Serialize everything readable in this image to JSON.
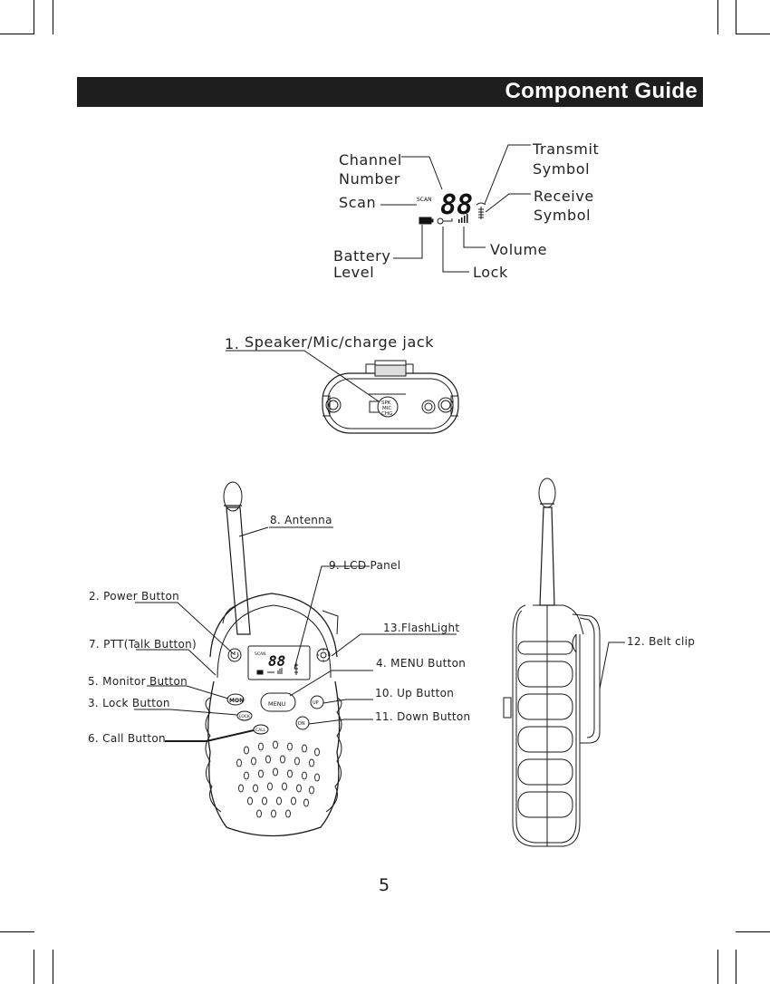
{
  "header": {
    "title": "Component Guide"
  },
  "lcd_diagram": {
    "channel_number": [
      "Channel",
      "Number"
    ],
    "transmit_symbol": [
      "Transmit",
      "Symbol"
    ],
    "receive_symbol": [
      "Receive",
      "Symbol"
    ],
    "scan": "Scan",
    "battery_level": [
      "Battery",
      "Level"
    ],
    "volume": "Volume",
    "lock": "Lock",
    "display": {
      "scan_tag": "SCAN",
      "digits": "88"
    }
  },
  "top_view": {
    "jack_number": "1.",
    "jack_label": "Speaker/Mic/charge  jack",
    "jack_marks": [
      "SPK",
      "MIC",
      "CHG"
    ]
  },
  "front_view": {
    "antenna": "8.  Antenna",
    "lcd_panel": "9. LCD Panel",
    "power_button": "2.  Power Button",
    "flashlight": "13.FlashLight",
    "ptt": "7.  PTT(Talk Button)",
    "menu_button": "4.  MENU  Button",
    "monitor_button": "5.  Monitor Button",
    "up_button": "10. Up Button",
    "lock_button": "3.  Lock Button",
    "down_button": "11. Down Button",
    "call_button": "6.  Call Button",
    "keys": {
      "menu": "MENU",
      "mon": "MON",
      "lock": "LOCK",
      "call": "CALL",
      "up": "UP",
      "dn": "DN",
      "scan": "SCAN",
      "digits": "88"
    }
  },
  "side_view": {
    "belt_clip": "12.  Belt clip"
  },
  "footer": {
    "page_number": "5"
  }
}
